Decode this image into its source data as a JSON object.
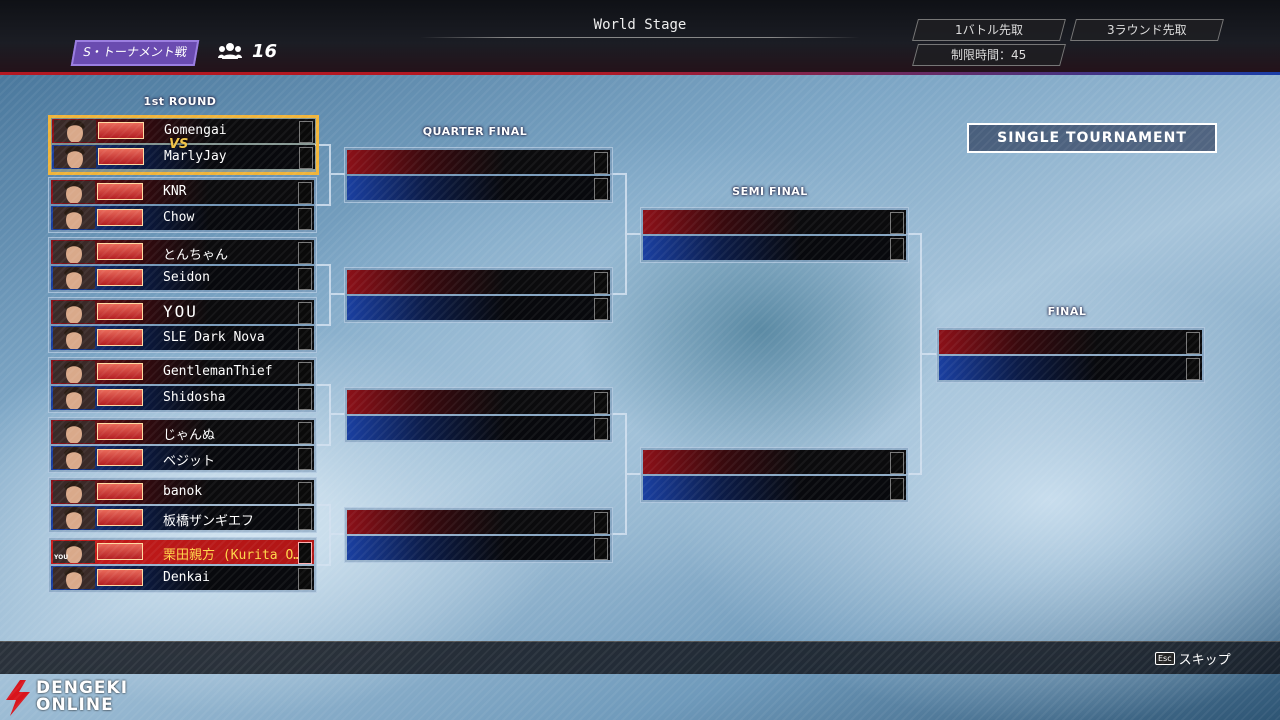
{
  "header": {
    "stage_title": "World Stage",
    "mode_label": "S・トーナメント戦",
    "player_count": "16",
    "rule_battles": "1バトル先取",
    "rule_rounds": "3ラウンド先取",
    "rule_time": "制限時間：45"
  },
  "labels": {
    "round1": "1st ROUND",
    "quarter": "QUARTER FINAL",
    "semi": "SEMI FINAL",
    "final": "FINAL",
    "tournament_type": "SINGLE TOURNAMENT",
    "vs": "VS",
    "you_tag": "YOU"
  },
  "first_round": [
    {
      "top": "Gomengai",
      "bottom": "MarlyJay",
      "active": true
    },
    {
      "top": "KNR",
      "bottom": "Chow"
    },
    {
      "top": "とんちゃん",
      "bottom": "Seidon"
    },
    {
      "top": "YOU",
      "bottom": "SLE Dark Nova"
    },
    {
      "top": "GentlemanThief",
      "bottom": "Shidosha"
    },
    {
      "top": "じゃんぬ",
      "bottom": "ベジット"
    },
    {
      "top": "banok",
      "bottom": "板橋ザンギエフ"
    },
    {
      "top": "栗田親方 (Kurita O…",
      "bottom": "Denkai",
      "you": true
    }
  ],
  "footer": {
    "esc_key": "Esc",
    "skip_label": "スキップ"
  },
  "watermark": {
    "line1": "DENGEKI",
    "line2": "ONLINE"
  },
  "colors": {
    "red_slot": "#8c1018",
    "blue_slot": "#1a3fa0",
    "active_border": "#f0b43a",
    "you_highlight": "#c41a1a"
  }
}
